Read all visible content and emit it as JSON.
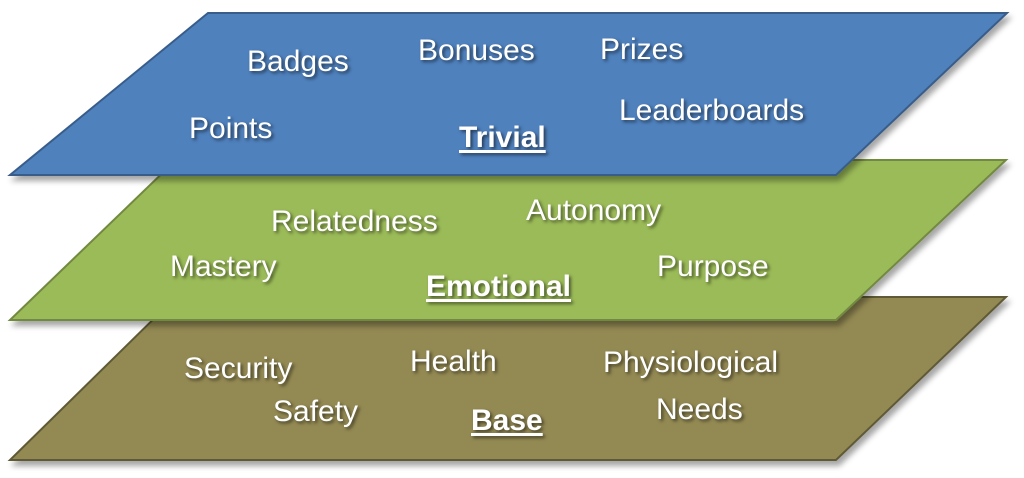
{
  "colors": {
    "trivial_fill": "#4f81bd",
    "trivial_stroke": "#385d8a",
    "emotional_fill": "#9bbb59",
    "emotional_stroke": "#71893f",
    "base_fill": "#938953",
    "base_stroke": "#5f5a36",
    "text": "#ffffff"
  },
  "layers": {
    "trivial": {
      "title": "Trivial",
      "items": [
        "Badges",
        "Bonuses",
        "Prizes",
        "Points",
        "Leaderboards"
      ]
    },
    "emotional": {
      "title": "Emotional",
      "items": [
        "Relatedness",
        "Autonomy",
        "Mastery",
        "Purpose"
      ]
    },
    "base": {
      "title": "Base",
      "items": [
        "Security",
        "Health",
        "Physiological",
        "Needs",
        "Safety"
      ]
    }
  }
}
